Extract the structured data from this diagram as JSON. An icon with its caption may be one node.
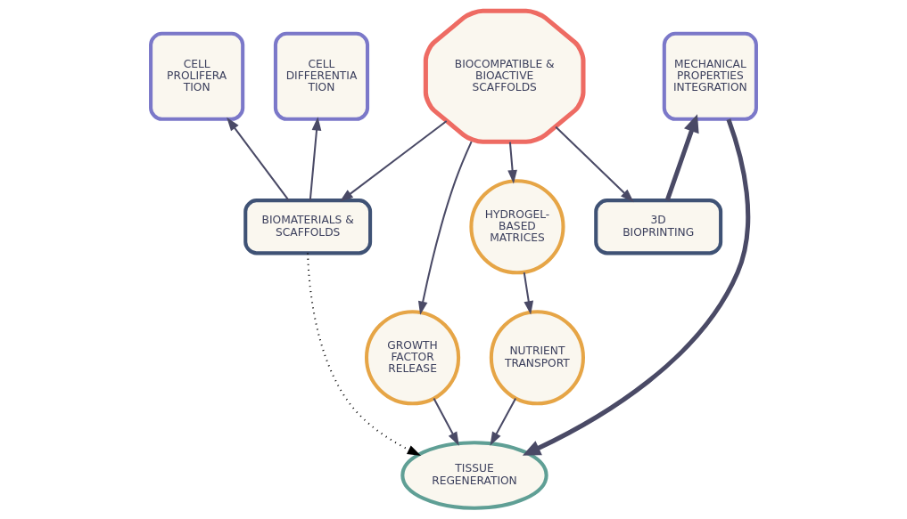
{
  "diagram": {
    "nodes": [
      {
        "text": [
          "CELL PROLIFERA TION"
        ]
      },
      {
        "text": [
          "BIOMATERIALS & SCAFFOLDS"
        ]
      },
      {
        "text": [
          "3D BIOPRINTING"
        ]
      },
      {
        "text": [
          "CELL DIFFERENTIA TION"
        ]
      },
      {
        "text": [
          "HYDROGEL- BASED MATRICES"
        ]
      },
      {
        "text": [
          "BIOCOMPATIBLE & BIOACTIVE SCAFFOLDS"
        ]
      },
      {
        "text": [
          "MECHANICAL PROPERTIES INTEGRATION"
        ]
      },
      {
        "text": [
          "GROWTH FACTOR RELEASE"
        ]
      },
      {
        "text": [
          "NUTRIENT TRANSPORT"
        ]
      },
      {
        "text": [
          "TISSUE REGENERATION"
        ]
      }
    ],
    "edges": [
      {
        "from": 5,
        "to": 1,
        "arrow": "to"
      },
      {
        "from": 1,
        "to": 0,
        "arrow": "to"
      },
      {
        "from": 1,
        "to": 3,
        "arrow": "to"
      },
      {
        "from": 1,
        "to": 9,
        "arrow": "to",
        "style": "dashed",
        "color": "#000000"
      },
      {
        "from": 5,
        "to": 4,
        "arrow": "to"
      },
      {
        "from": 4,
        "to": 8,
        "arrow": "to"
      },
      {
        "from": 8,
        "to": 9,
        "arrow": "to"
      },
      {
        "from": 5,
        "to": 2,
        "arrow": "to"
      },
      {
        "from": 2,
        "to": 6,
        "arrow": "to",
        "style": "thick"
      },
      {
        "from": 6,
        "to": 9,
        "arrow": "to",
        "style": "thick"
      },
      {
        "from": 5,
        "to": 7,
        "arrow": "to"
      },
      {
        "from": 7,
        "to": 9,
        "arrow": "to"
      }
    ]
  }
}
